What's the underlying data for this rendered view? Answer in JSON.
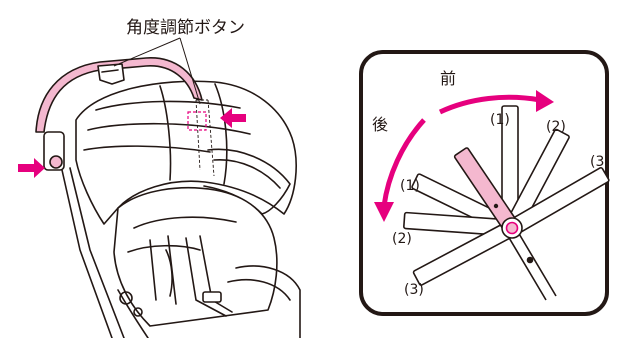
{
  "title": "角度調節ボタン",
  "directions": {
    "forward": "前",
    "backward": "後"
  },
  "rear_steps": [
    "(1)",
    "(2)",
    "(3)"
  ],
  "front_steps": [
    "(1)",
    "(2)",
    "(3)"
  ],
  "colors": {
    "accent": "#e6007e",
    "handle_fill": "#f4b8cf",
    "ink": "#231815"
  }
}
